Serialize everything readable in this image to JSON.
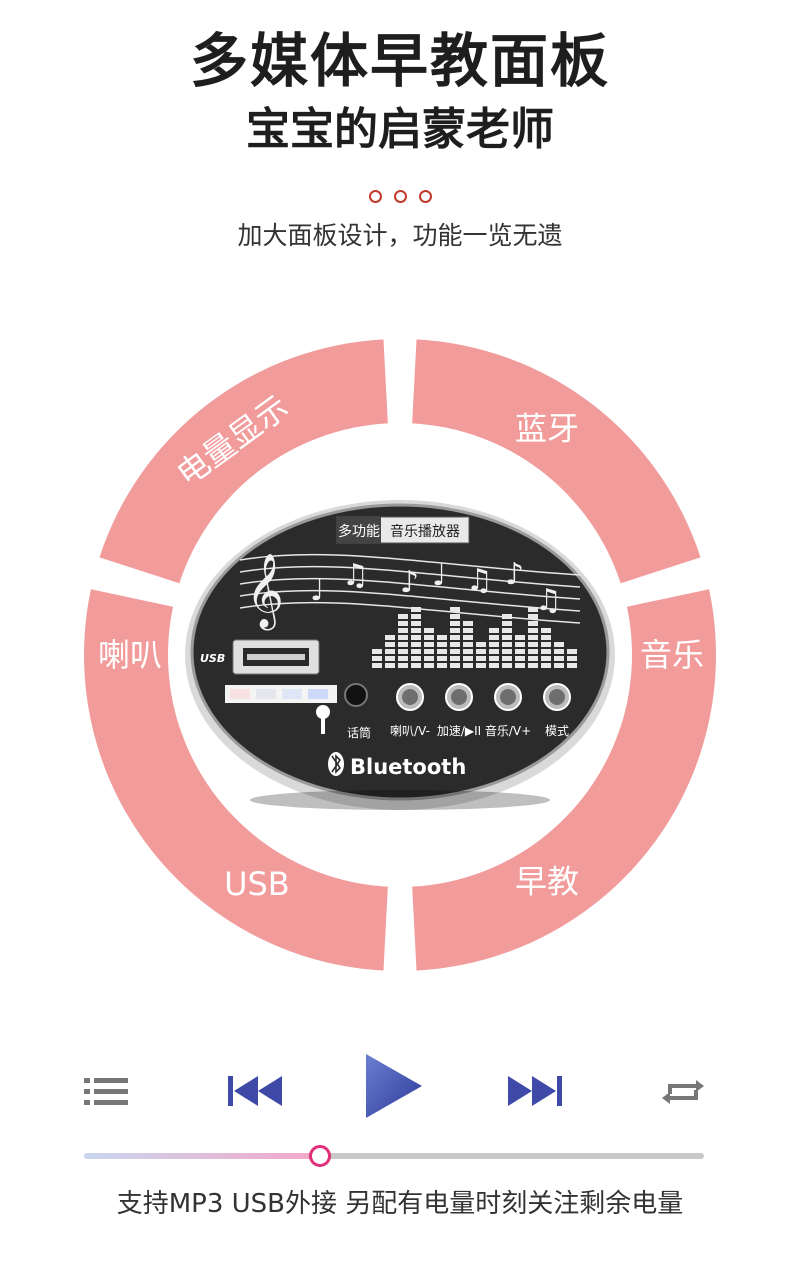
{
  "header": {
    "title": "多媒体早教面板",
    "subtitle": "宝宝的启蒙老师",
    "tagline": "加大面板设计，功能一览无遗"
  },
  "colors": {
    "segment": "#f29b9b",
    "device": "#2b2b2b",
    "accent_dot": "#c0392b",
    "play_blue": "#3f4aa8",
    "progress_knob": "#e0307a"
  },
  "ring": {
    "segments": [
      {
        "label": "电量显示"
      },
      {
        "label": "蓝牙"
      },
      {
        "label": "喇叭"
      },
      {
        "label": "音乐"
      },
      {
        "label": "USB"
      },
      {
        "label": "早教"
      }
    ]
  },
  "device": {
    "header_left": "多功能",
    "header_right": "音乐播放器",
    "usb_label": "USB",
    "mic_label": "话筒",
    "bluetooth": "Bluetooth",
    "buttons": [
      {
        "label": "喇叭/V-"
      },
      {
        "label": "加速/▶II"
      },
      {
        "label": "音乐/V+"
      },
      {
        "label": "模式"
      }
    ]
  },
  "player": {
    "progress": 0.38,
    "icons": [
      "playlist-icon",
      "previous-icon",
      "play-icon",
      "next-icon",
      "repeat-icon"
    ]
  },
  "footer": {
    "text": "支持MP3 USB外接 另配有电量时刻关注剩余电量"
  }
}
